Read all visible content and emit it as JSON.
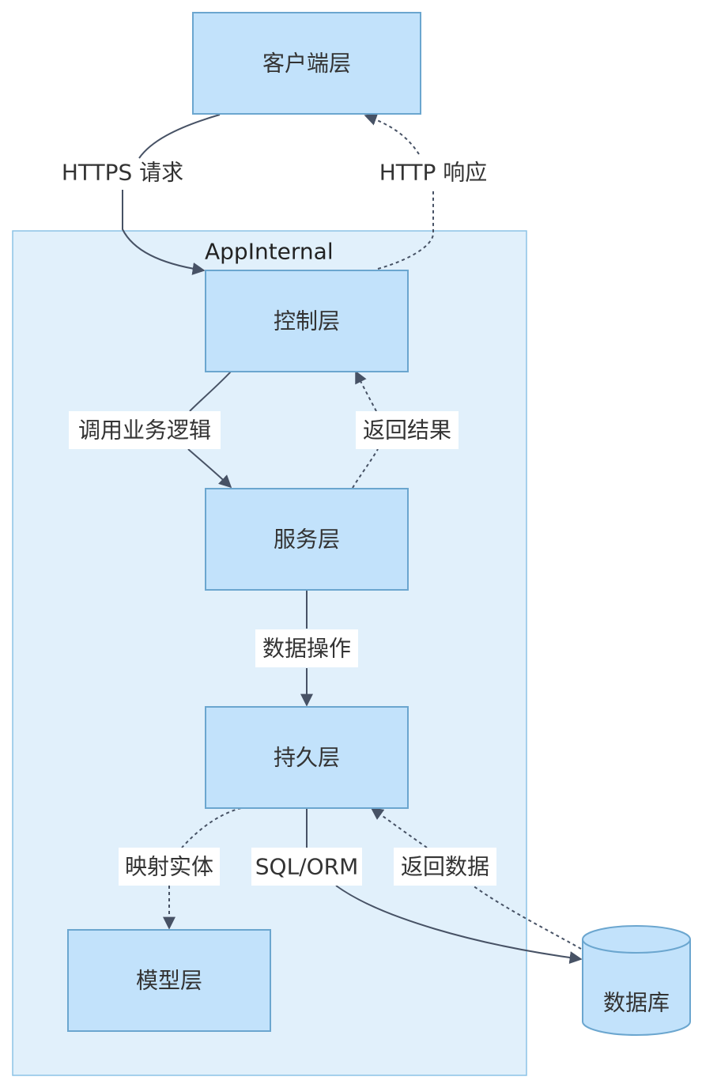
{
  "diagram": {
    "type": "flowchart",
    "cluster": {
      "label": "AppInternal"
    },
    "nodes": {
      "client": {
        "label": "客户端层",
        "shape": "rect"
      },
      "controller": {
        "label": "控制层",
        "shape": "rect"
      },
      "service": {
        "label": "服务层",
        "shape": "rect"
      },
      "persistence": {
        "label": "持久层",
        "shape": "rect"
      },
      "model": {
        "label": "模型层",
        "shape": "rect"
      },
      "database": {
        "label": "数据库",
        "shape": "cylinder"
      }
    },
    "edges": [
      {
        "from": "client",
        "to": "controller",
        "label": "HTTPS 请求",
        "style": "solid"
      },
      {
        "from": "controller",
        "to": "client",
        "label": "HTTP 响应",
        "style": "dotted"
      },
      {
        "from": "controller",
        "to": "service",
        "label": "调用业务逻辑",
        "style": "solid"
      },
      {
        "from": "service",
        "to": "controller",
        "label": "返回结果",
        "style": "dotted"
      },
      {
        "from": "service",
        "to": "persistence",
        "label": "数据操作",
        "style": "solid"
      },
      {
        "from": "persistence",
        "to": "model",
        "label": "映射实体",
        "style": "dotted"
      },
      {
        "from": "persistence",
        "to": "database",
        "label": "SQL/ORM",
        "style": "solid"
      },
      {
        "from": "database",
        "to": "persistence",
        "label": "返回数据",
        "style": "dotted"
      }
    ],
    "colors": {
      "node_fill": "#c2e2fb",
      "node_stroke": "#6ba6cf",
      "cluster_fill": "#e1f0fb",
      "edge": "#475265"
    }
  }
}
